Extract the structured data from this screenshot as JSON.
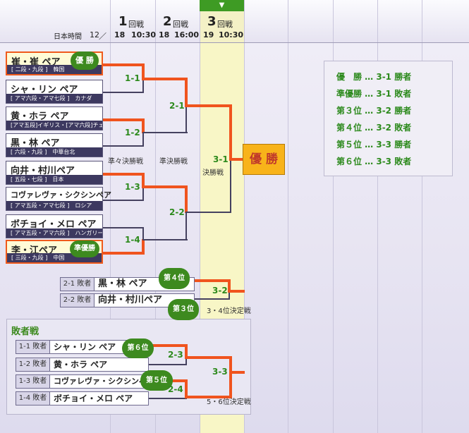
{
  "header": {
    "timezone_label": "日本時間",
    "month_label": "12",
    "slash": "／",
    "rounds": [
      {
        "number": "1",
        "label": "回戦",
        "day": "18",
        "time": "10:30"
      },
      {
        "number": "2",
        "label": "回戦",
        "day": "18",
        "time": "16:00"
      },
      {
        "number": "3",
        "label": "回戦",
        "day": "19",
        "time": "10:30"
      }
    ],
    "active_marker": "▼"
  },
  "teams": [
    {
      "name": "崔・崔 ペア",
      "sub": "[ 二段・九段 ]　韓国",
      "badge": "優 勝",
      "highlight": true
    },
    {
      "name": "シャ・リン ペア",
      "sub": "[ アマ六段・アマ七段 ]　カナダ"
    },
    {
      "name": "黄・ホラ ペア",
      "sub": "[アマ五段]イギリス・[アマ六段]チェコ"
    },
    {
      "name": "黒・林 ペア",
      "sub": "[ 六段・九段 ]　中華台北"
    },
    {
      "name": "向井・村川ペア",
      "sub": "[ 五段・七段 ]　日本"
    },
    {
      "name": "コヴァレヴァ・シクシンペア",
      "sub": "[ アマ五段・アマ七段 ]　ロシア"
    },
    {
      "name": "ボチョイ・メロ ペア",
      "sub": "[ アマ五段・アマ六段 ]　ハンガリー"
    },
    {
      "name": "李・江ペア",
      "sub": "[ 三段・九段 ]　中国",
      "badge": "準優勝",
      "highlight": true
    }
  ],
  "matches": {
    "m11": "1-1",
    "m12": "1-2",
    "m13": "1-3",
    "m14": "1-4",
    "m21": "2-1",
    "m22": "2-2",
    "m31": "3-1",
    "m32": "3-2",
    "m33": "3-3",
    "m23": "2-3",
    "m24": "2-4"
  },
  "stage_labels": {
    "qf": "準々決勝戦",
    "sf": "準決勝戦",
    "final": "決勝戦",
    "third": "3・4位決定戦",
    "fifth": "5・6位決定戦"
  },
  "champion": "優 勝",
  "third_place": {
    "rows": [
      {
        "tag": "2-1 敗者",
        "name": "黒・林 ペア",
        "badge": "第４位"
      },
      {
        "tag": "2-2 敗者",
        "name": "向井・村川ペア",
        "badge": "第３位"
      }
    ]
  },
  "consolation": {
    "title": "敗者戦",
    "rows": [
      {
        "tag": "1-1 敗者",
        "name": "シャ・リン ペア",
        "badge": "第６位"
      },
      {
        "tag": "1-2 敗者",
        "name": "黄・ホラ ペア"
      },
      {
        "tag": "1-3 敗者",
        "name": "コヴァレヴァ・シクシンペア",
        "badge": "第５位"
      },
      {
        "tag": "1-4 敗者",
        "name": "ボチョイ・メロ ペア"
      }
    ]
  },
  "legend": [
    "優　勝 … 3-1 勝者",
    "準優勝 … 3-1 敗者",
    "第３位 … 3-2 勝者",
    "第４位 … 3-2 敗者",
    "第５位 … 3-3 勝者",
    "第６位 … 3-3 敗者"
  ]
}
